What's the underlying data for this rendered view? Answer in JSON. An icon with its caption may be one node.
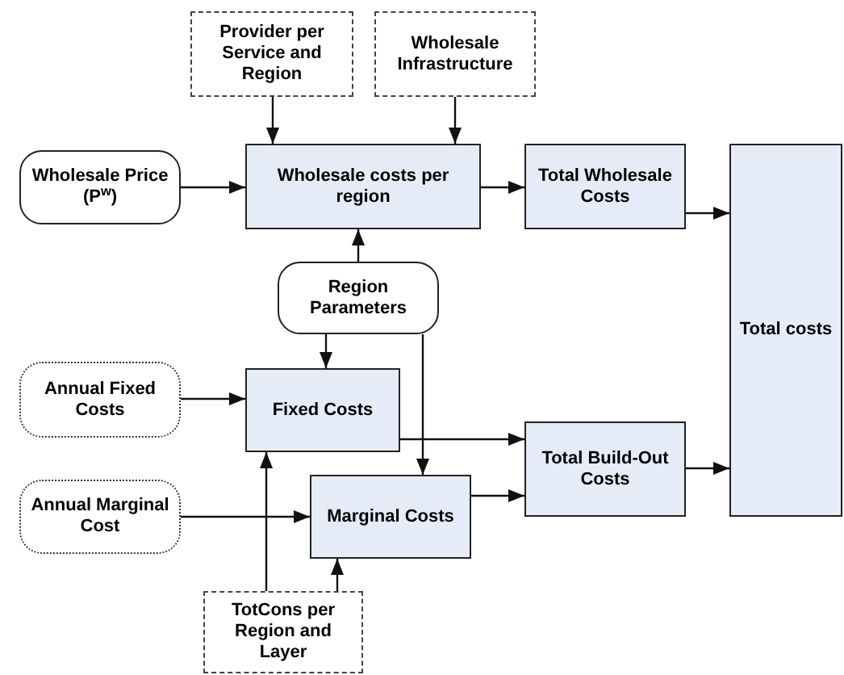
{
  "diagram": {
    "nodes": [
      {
        "text": [
          "Provider per Service and Region"
        ]
      },
      {
        "text": [
          "Wholesale Infrastructure"
        ]
      },
      {
        "text": [
          "Wholesale Price (P$^{w}$)"
        ]
      },
      {
        "text": [
          "Wholesale costs per region"
        ]
      },
      {
        "text": [
          "Total Wholesale Costs"
        ]
      },
      {
        "text": [
          "Total costs"
        ]
      },
      {
        "text": [
          "Region Parameters"
        ]
      },
      {
        "text": [
          "Annual Fixed Costs"
        ]
      },
      {
        "text": [
          "Fixed Costs"
        ]
      },
      {
        "text": [
          "Annual Marginal Cost"
        ]
      },
      {
        "text": [
          "Marginal Costs"
        ]
      },
      {
        "text": [
          "Total Build-Out Costs"
        ]
      },
      {
        "text": [
          "TotCons per Region and Layer"
        ]
      }
    ],
    "edges": [
      {
        "from": 0,
        "to": 3,
        "arrow": "to"
      },
      {
        "from": 1,
        "to": 3,
        "arrow": "to"
      },
      {
        "from": 2,
        "to": 3,
        "arrow": "to"
      },
      {
        "from": 3,
        "to": 4,
        "arrow": "to"
      },
      {
        "from": 4,
        "to": 5,
        "arrow": "to"
      },
      {
        "from": 6,
        "to": 3,
        "arrow": "to"
      },
      {
        "from": 6,
        "to": 8,
        "arrow": "to"
      },
      {
        "from": 6,
        "to": 10,
        "arrow": "to"
      },
      {
        "from": 7,
        "to": 8,
        "arrow": "to"
      },
      {
        "from": 8,
        "to": 11,
        "arrow": "to"
      },
      {
        "from": 9,
        "to": 10,
        "arrow": "to"
      },
      {
        "from": 10,
        "to": 11,
        "arrow": "to"
      },
      {
        "from": 11,
        "to": 5,
        "arrow": "to"
      },
      {
        "from": 12,
        "to": 8,
        "arrow": "to"
      },
      {
        "from": 12,
        "to": 10,
        "arrow": "to"
      }
    ]
  }
}
